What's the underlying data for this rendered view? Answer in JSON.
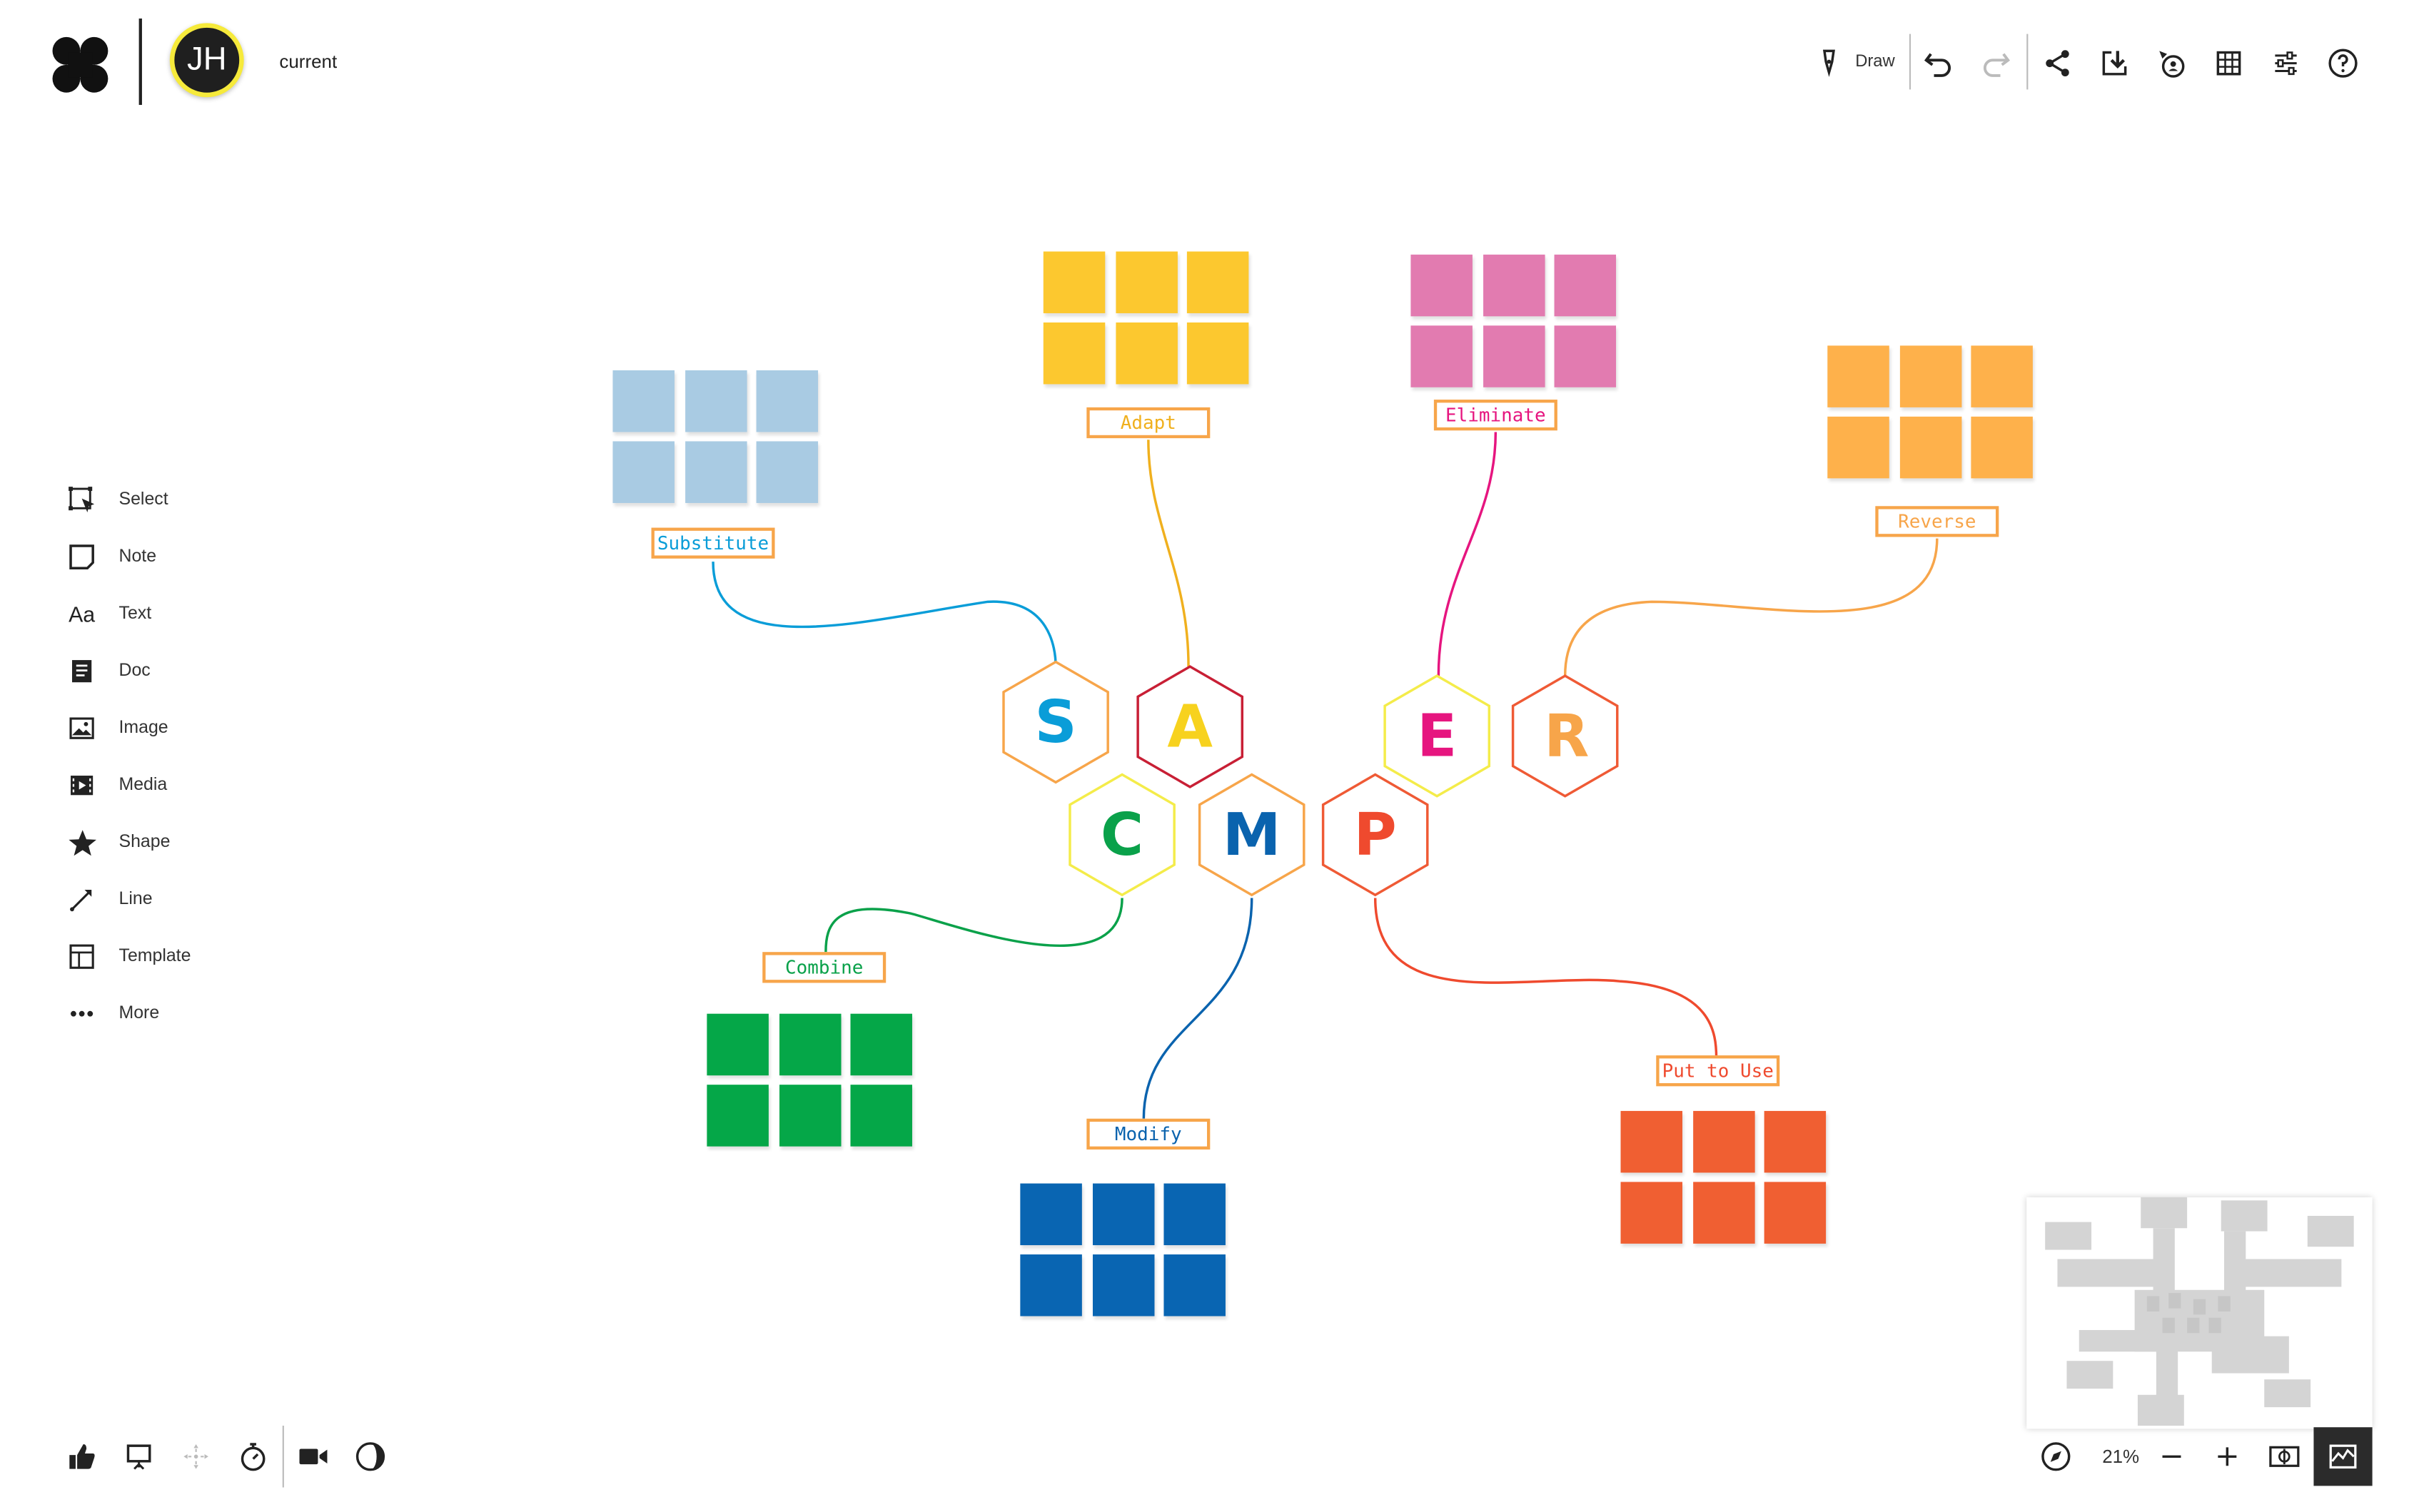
{
  "header": {
    "avatar_initials": "JH",
    "board_name": "current",
    "draw_label": "Draw"
  },
  "tools": [
    {
      "label": "Select",
      "icon": "select-icon"
    },
    {
      "label": "Note",
      "icon": "note-icon"
    },
    {
      "label": "Text",
      "icon": "text-icon"
    },
    {
      "label": "Doc",
      "icon": "doc-icon"
    },
    {
      "label": "Image",
      "icon": "image-icon"
    },
    {
      "label": "Media",
      "icon": "media-icon"
    },
    {
      "label": "Shape",
      "icon": "star-icon"
    },
    {
      "label": "Line",
      "icon": "line-icon"
    },
    {
      "label": "Template",
      "icon": "template-icon"
    },
    {
      "label": "More",
      "icon": "more-dots-icon"
    }
  ],
  "text_tool_glyph": "Aa",
  "zoom": {
    "level": "21%"
  },
  "scamper": {
    "letters": [
      {
        "letter": "S",
        "color": "#0a9dd8",
        "stroke": "#f7a54a"
      },
      {
        "letter": "A",
        "color": "#f7d21e",
        "stroke": "#c81f35"
      },
      {
        "letter": "E",
        "color": "#e6157f",
        "stroke": "#f4ec4a"
      },
      {
        "letter": "R",
        "color": "#f7a54a",
        "stroke": "#ef5a35"
      },
      {
        "letter": "C",
        "color": "#0aa14a",
        "stroke": "#f4ec4a"
      },
      {
        "letter": "M",
        "color": "#0a63ae",
        "stroke": "#f7a54a"
      },
      {
        "letter": "P",
        "color": "#ef4a2e",
        "stroke": "#ef5a35"
      }
    ],
    "groups": [
      {
        "label": "Substitute",
        "label_color": "#0a9dd8",
        "sticky_color": "#a9cbe3",
        "line_color": "#0a9dd8"
      },
      {
        "label": "Adapt",
        "label_color": "#f0b01e",
        "sticky_color": "#fcc82f",
        "line_color": "#f0b01e"
      },
      {
        "label": "Eliminate",
        "label_color": "#e6157f",
        "sticky_color": "#e27bb0",
        "line_color": "#e6157f"
      },
      {
        "label": "Reverse",
        "label_color": "#f7a54a",
        "sticky_color": "#feb14b",
        "line_color": "#f7a54a"
      },
      {
        "label": "Combine",
        "label_color": "#0aa14a",
        "sticky_color": "#05a748",
        "line_color": "#0aa14a"
      },
      {
        "label": "Modify",
        "label_color": "#0a63ae",
        "sticky_color": "#0965b2",
        "line_color": "#0a63ae"
      },
      {
        "label": "Put to Use",
        "label_color": "#ef4a2e",
        "sticky_color": "#f05f32",
        "line_color": "#ef4a2e"
      }
    ]
  }
}
